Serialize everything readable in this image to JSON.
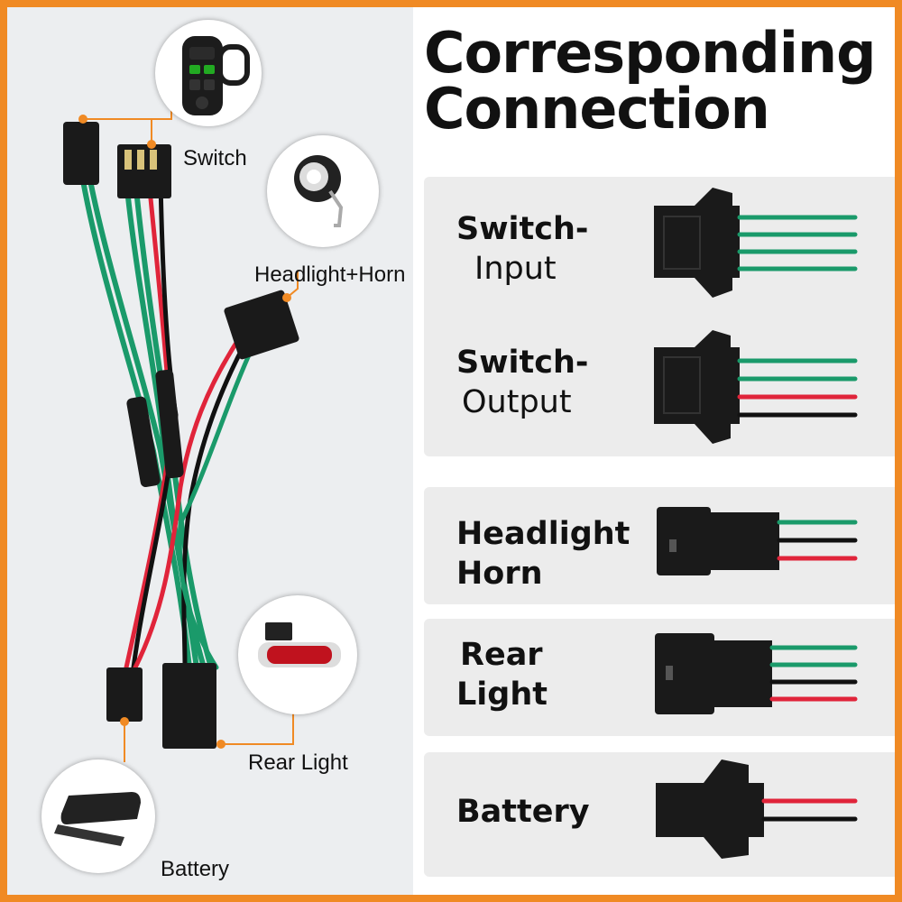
{
  "headline": {
    "line1": "Corresponding",
    "line2": "Connection"
  },
  "callouts": {
    "switch": "Switch",
    "headlight_horn": "Headlight+Horn",
    "rear_light": "Rear Light",
    "battery": "Battery"
  },
  "rows": [
    {
      "name": "switch-input",
      "bold": "Switch-",
      "normal": "Input",
      "wires": [
        "green",
        "green",
        "green",
        "green"
      ]
    },
    {
      "name": "switch-output",
      "bold": "Switch-",
      "normal": "Output",
      "wires": [
        "green",
        "green",
        "red",
        "black"
      ]
    },
    {
      "name": "headlight-horn",
      "bold": "Headlight",
      "bold2": "Horn",
      "wires": [
        "green",
        "black",
        "red"
      ]
    },
    {
      "name": "rear-light",
      "bold": "Rear",
      "bold2": "Light",
      "wires": [
        "green",
        "green",
        "black",
        "red"
      ]
    },
    {
      "name": "battery",
      "bold": "Battery",
      "wires": [
        "red",
        "black"
      ]
    }
  ],
  "colors": {
    "border": "#f08a24",
    "green": "#1a9a6a",
    "red": "#e0243a",
    "black": "#111111",
    "connector": "#1a1a1a"
  }
}
